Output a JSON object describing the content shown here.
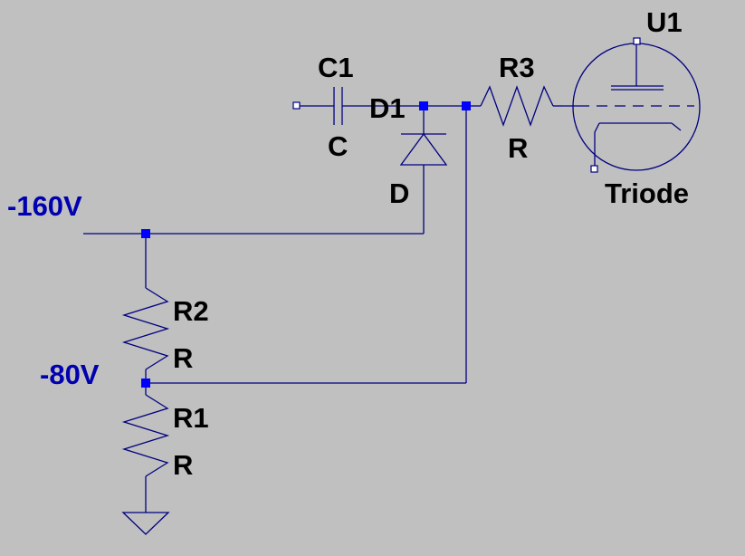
{
  "colors": {
    "background": "#c0c0c0",
    "wire": "#000080",
    "junction": "#0000ff",
    "net_label": "#0000b0",
    "component_label": "#000000"
  },
  "components": {
    "c1": {
      "ref": "C1",
      "value": "C"
    },
    "d1": {
      "ref": "D1",
      "value": "D"
    },
    "r3": {
      "ref": "R3",
      "value": "R"
    },
    "r2": {
      "ref": "R2",
      "value": "R"
    },
    "r1": {
      "ref": "R1",
      "value": "R"
    },
    "u1": {
      "ref": "U1",
      "value": "Triode"
    }
  },
  "nets": {
    "n160": "-160V",
    "n80": "-80V"
  }
}
